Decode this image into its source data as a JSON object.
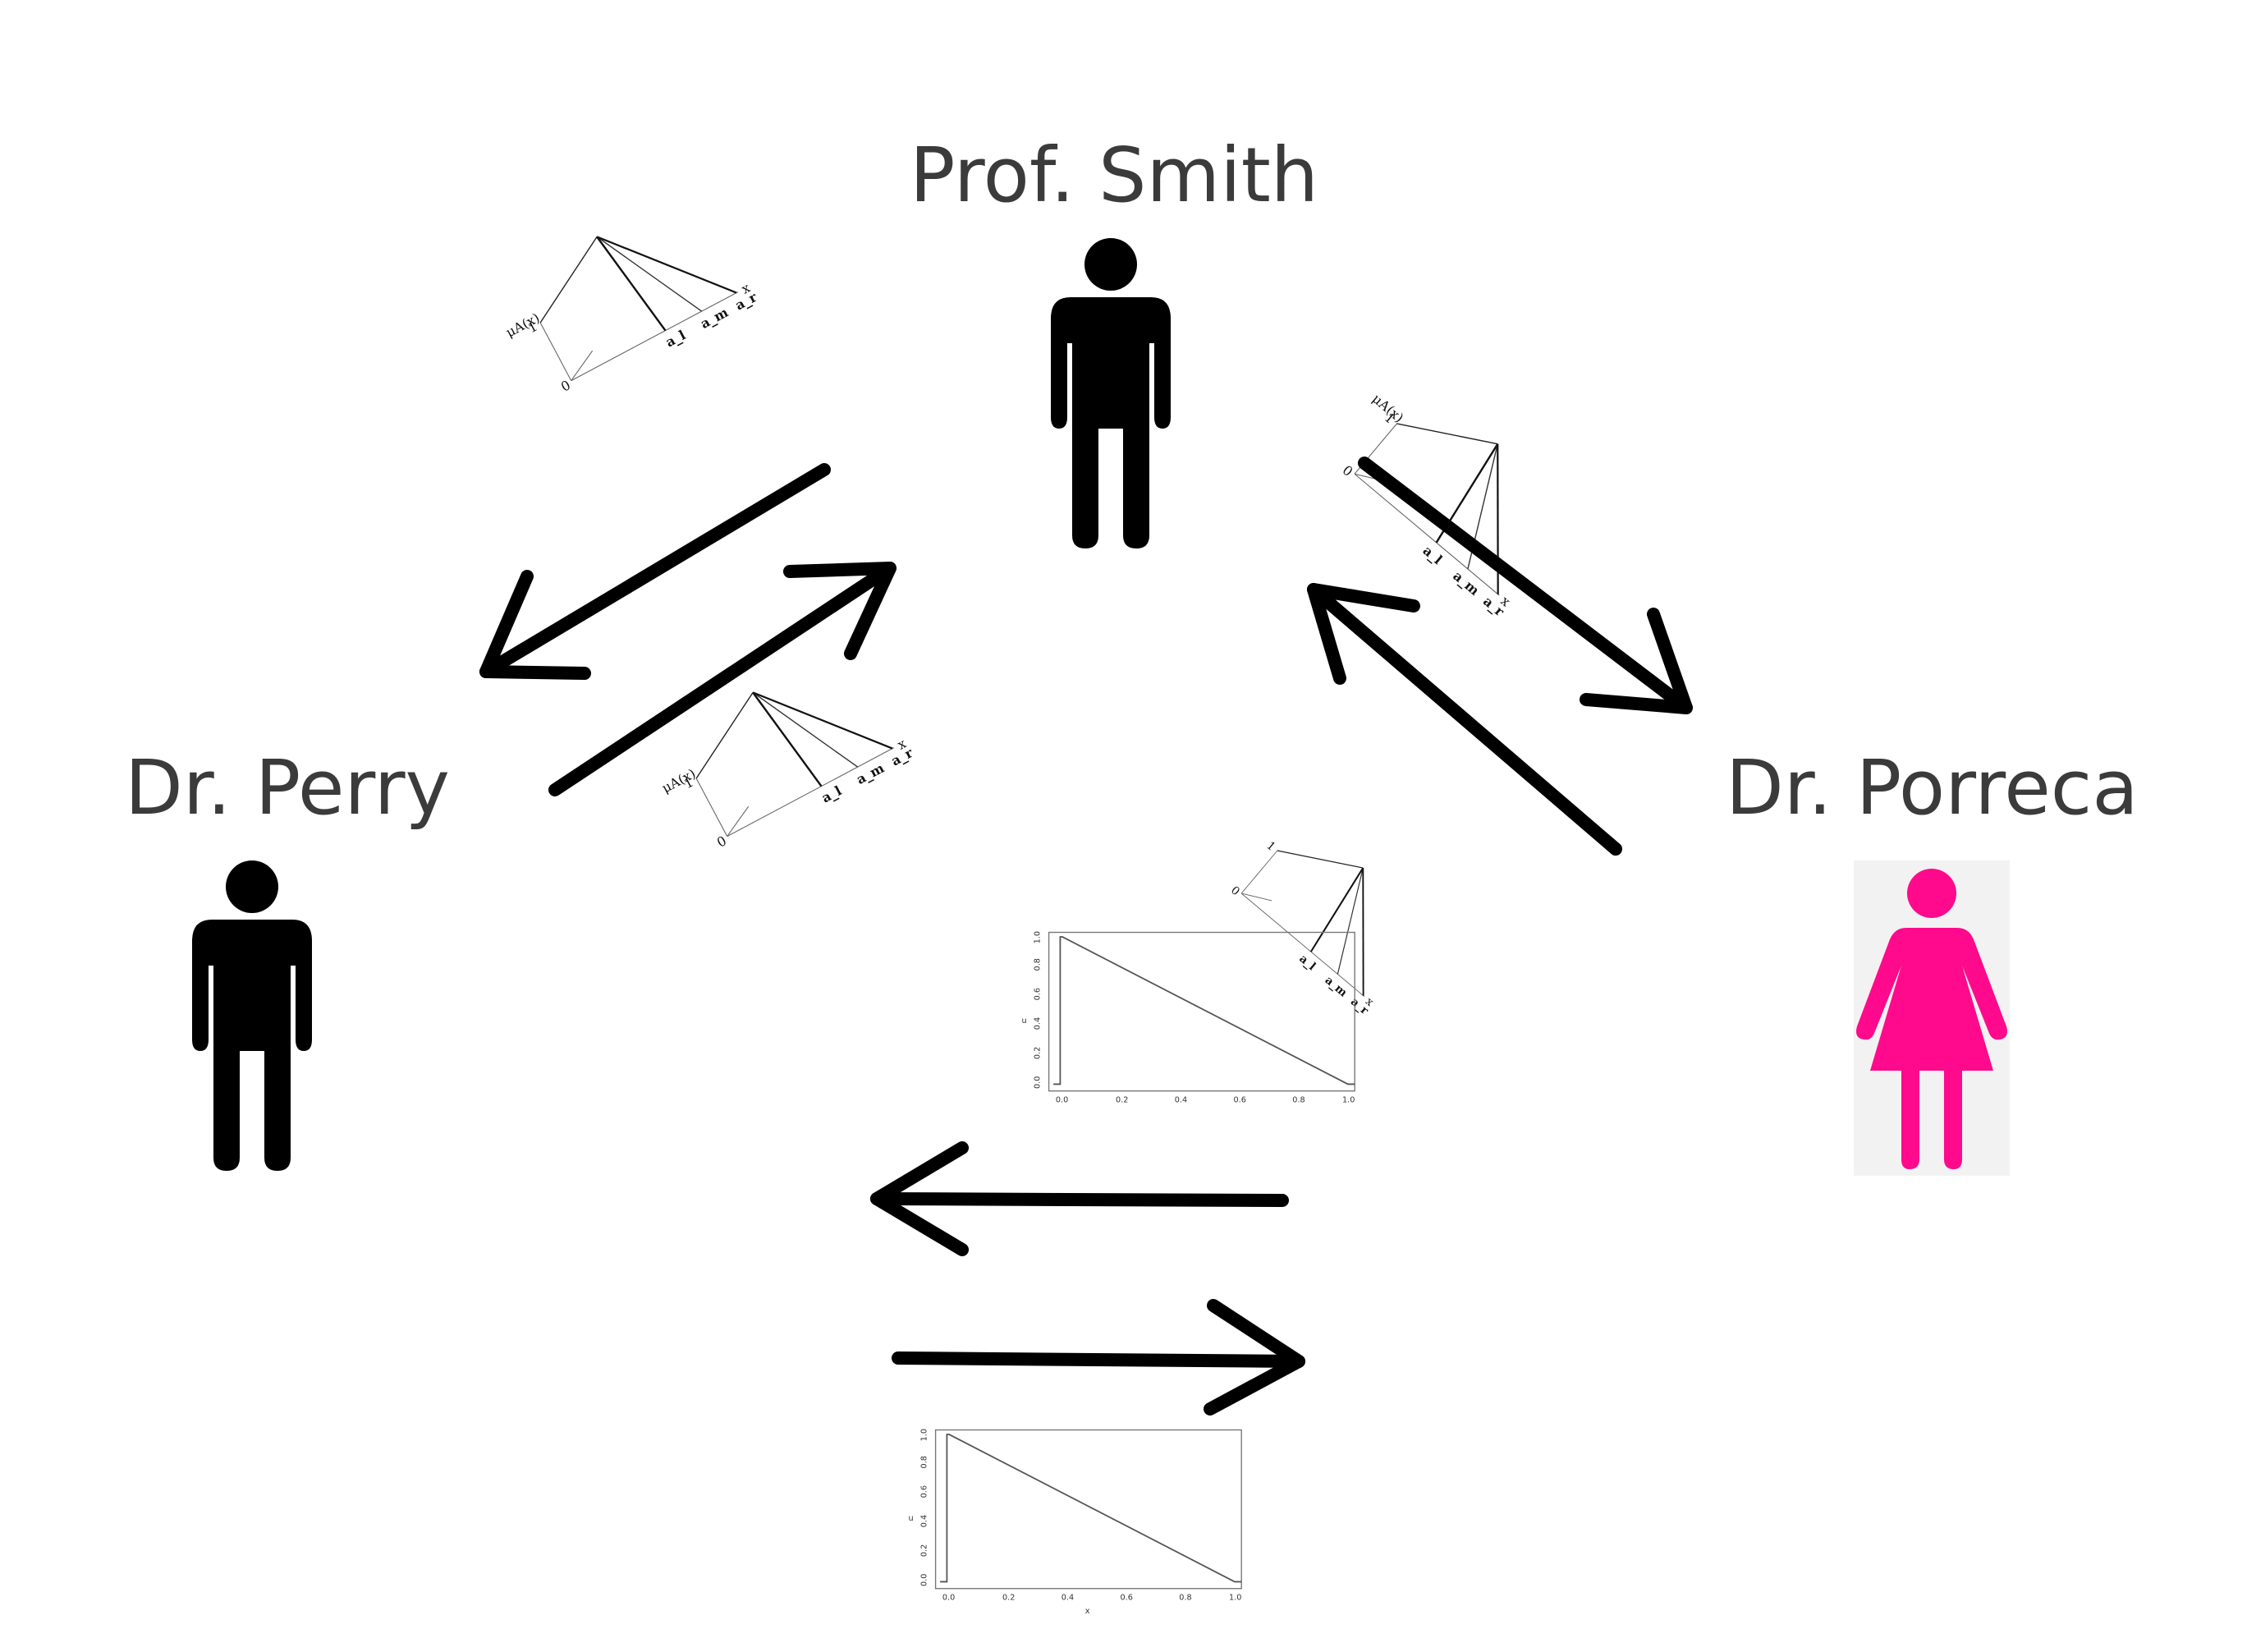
{
  "people": [
    {
      "id": "smith",
      "name": "Prof. Smith",
      "figure": "man",
      "color": "#000000"
    },
    {
      "id": "perry",
      "name": "Dr. Perry",
      "figure": "man",
      "color": "#000000"
    },
    {
      "id": "porreca",
      "name": "Dr. Porreca",
      "figure": "woman",
      "color": "#ff0a8c"
    }
  ],
  "mf_plot": {
    "y_label": "μA(x)",
    "y_tick_one": "1",
    "y_tick_zero": "0",
    "x_label": "x",
    "point_labels": [
      "a_l",
      "a_m",
      "a_r"
    ]
  },
  "line_plot": {
    "x_ticks": [
      "0.0",
      "0.2",
      "0.4",
      "0.6",
      "0.8",
      "1.0"
    ],
    "y_ticks": [
      "0.0",
      "0.2",
      "0.4",
      "0.6",
      "0.8",
      "1.0"
    ],
    "y_label": "u",
    "x_label": "x"
  },
  "colors": {
    "text": "#3b3b3b",
    "arrow": "#000000",
    "accent": "#ff0a8c"
  }
}
